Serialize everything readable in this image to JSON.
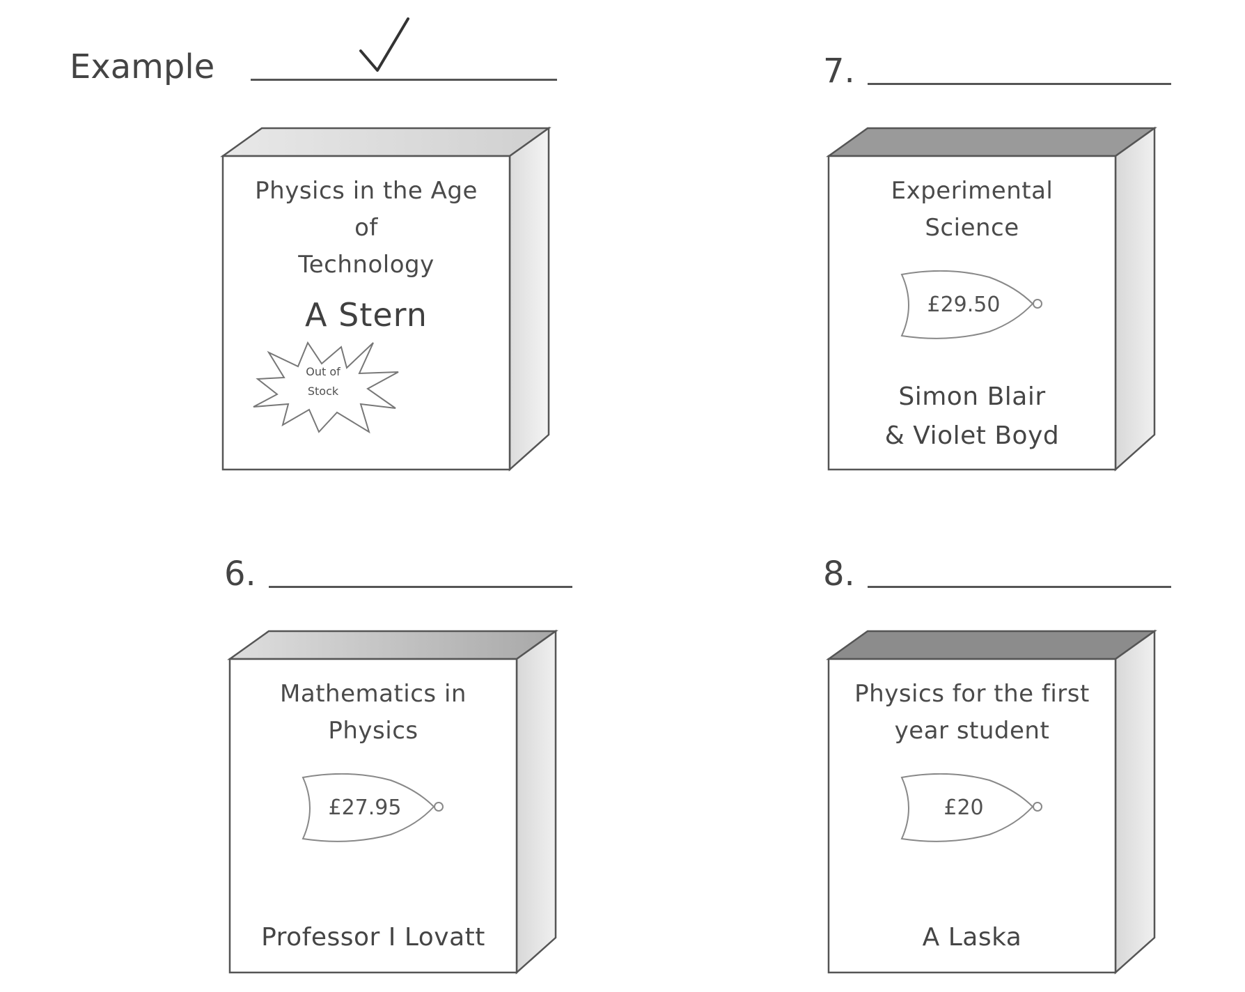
{
  "example": {
    "label": "Example"
  },
  "q6": {
    "label": "6."
  },
  "q7": {
    "label": "7."
  },
  "q8": {
    "label": "8."
  },
  "books": {
    "example": {
      "title_lines": [
        "Physics in the Age",
        "of",
        "Technology"
      ],
      "author": "A Stern",
      "stamp_lines": [
        "Out of",
        "Stock"
      ]
    },
    "q7": {
      "title_lines": [
        "Experimental",
        "Science"
      ],
      "price": "£29.50",
      "author_lines": [
        "Simon Blair",
        "& Violet Boyd"
      ]
    },
    "q6": {
      "title_lines": [
        "Mathematics in",
        "Physics"
      ],
      "price": "£27.95",
      "author_lines": [
        "Professor I Lovatt"
      ]
    },
    "q8": {
      "title_lines": [
        "Physics for the first",
        "year student"
      ],
      "price": "£20",
      "author_lines": [
        "A Laska"
      ]
    }
  }
}
